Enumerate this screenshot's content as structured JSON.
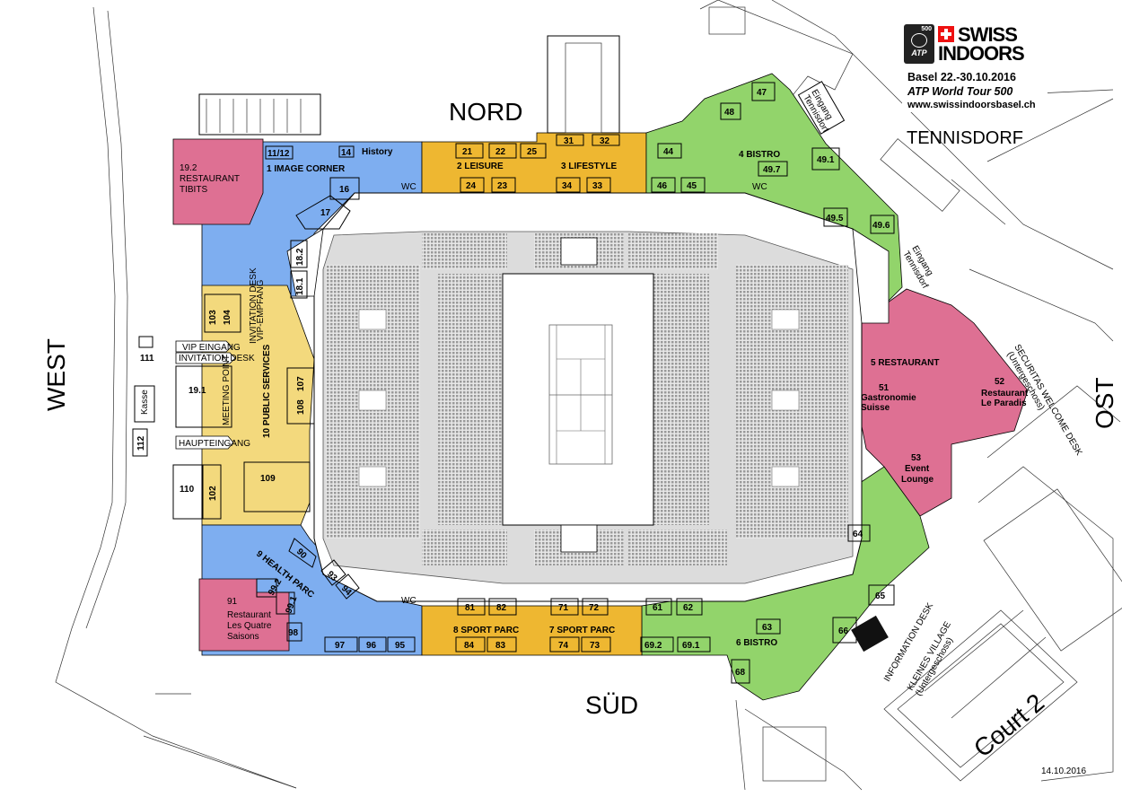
{
  "directions": {
    "north": "NORD",
    "south": "SÜD",
    "west": "WEST",
    "east": "OST",
    "tennisdorf": "TENNISDORF",
    "court2": "Court 2"
  },
  "event": {
    "badge": "500",
    "brand_line1": "SWISS",
    "brand_line2": "INDOORS",
    "atp_logo": "ATP",
    "dates": "Basel 22.-30.10.2016",
    "tour": "ATP World Tour 500",
    "url": "www.swissindoorsbasel.ch"
  },
  "plan_date": "14.10.2016",
  "colors": {
    "blue": "#7eaef0",
    "yellow": "#f3d97d",
    "orange": "#eeb731",
    "green": "#92d46b",
    "pink": "#de7093"
  },
  "zones": {
    "z1": "1  IMAGE CORNER",
    "z2": "2  LEISURE",
    "z3": "3  LIFESTYLE",
    "z4": "4  BISTRO",
    "z5": "5  RESTAURANT",
    "z6": "6  BISTRO",
    "z7": "7  SPORT PARC",
    "z8": "8  SPORT PARC",
    "z9": "9  HEALTH PARC",
    "z10": "10  PUBLIC SERVICES"
  },
  "places": {
    "history": "History",
    "r192_num": "19.2",
    "r192_l1": "RESTAURANT",
    "r192_l2": "TIBITS",
    "r91_num": "91",
    "r91_l1": "Restaurant",
    "r91_l2": "Les Quatre",
    "r91_l3": "Saisons",
    "r51_num": "51",
    "r51_l1": "Gastronomie",
    "r51_l2": "Suisse",
    "r52_num": "52",
    "r52_l1": "Restaurant",
    "r52_l2": "Le Paradis",
    "r53_num": "53",
    "r53_l1": "Event",
    "r53_l2": "Lounge",
    "r191": "19.1",
    "meeting_point": "MEETING POINT",
    "vip_eingang": "VIP EINGANG",
    "invitation_desk": "INVITATION DESK",
    "haupteingang": "HAUPTEINGANG",
    "kasse": "Kasse",
    "inv_vip_l1": "INVITATION DESK",
    "inv_vip_l2": "VIP-EMPFANG",
    "eingang_t1": "Eingang",
    "eingang_t2": "Tennisdorf",
    "security_desk": "SECURITAS WELCOME DESK",
    "security_sub": "(Untergeschoss)",
    "info_desk": "INFORMATION DESK",
    "kleines_village": "KLEINES VILLAGE",
    "kleines_sub": "(Untergeschoss)",
    "wc": "WC"
  },
  "units": {
    "u11_12": "11/12",
    "u14": "14",
    "u16": "16",
    "u17": "17",
    "u18_1": "18.1",
    "u18_2": "18.2",
    "u21": "21",
    "u22": "22",
    "u25": "25",
    "u24": "24",
    "u23": "23",
    "u31": "31",
    "u32": "32",
    "u34": "34",
    "u33": "33",
    "u44": "44",
    "u46": "46",
    "u45": "45",
    "u47": "47",
    "u48": "48",
    "u49_7": "49.7",
    "u49_1": "49.1",
    "u49_5": "49.5",
    "u49_6": "49.6",
    "u103": "103",
    "u104": "104",
    "u108": "108",
    "u107": "107",
    "u109": "109",
    "u110": "110",
    "u102": "102",
    "u111": "111",
    "u112": "112",
    "u90": "90",
    "u93": "93",
    "u94": "94",
    "u99_2": "99.2",
    "u99_1": "99.1",
    "u98": "98",
    "u97": "97",
    "u96": "96",
    "u95": "95",
    "u81": "81",
    "u82": "82",
    "u84": "84",
    "u83": "83",
    "u71": "71",
    "u72": "72",
    "u74": "74",
    "u73": "73",
    "u61": "61",
    "u62": "62",
    "u69_2": "69.2",
    "u69_1": "69.1",
    "u63": "63",
    "u64": "64",
    "u65": "65",
    "u66": "66",
    "u68": "68"
  }
}
